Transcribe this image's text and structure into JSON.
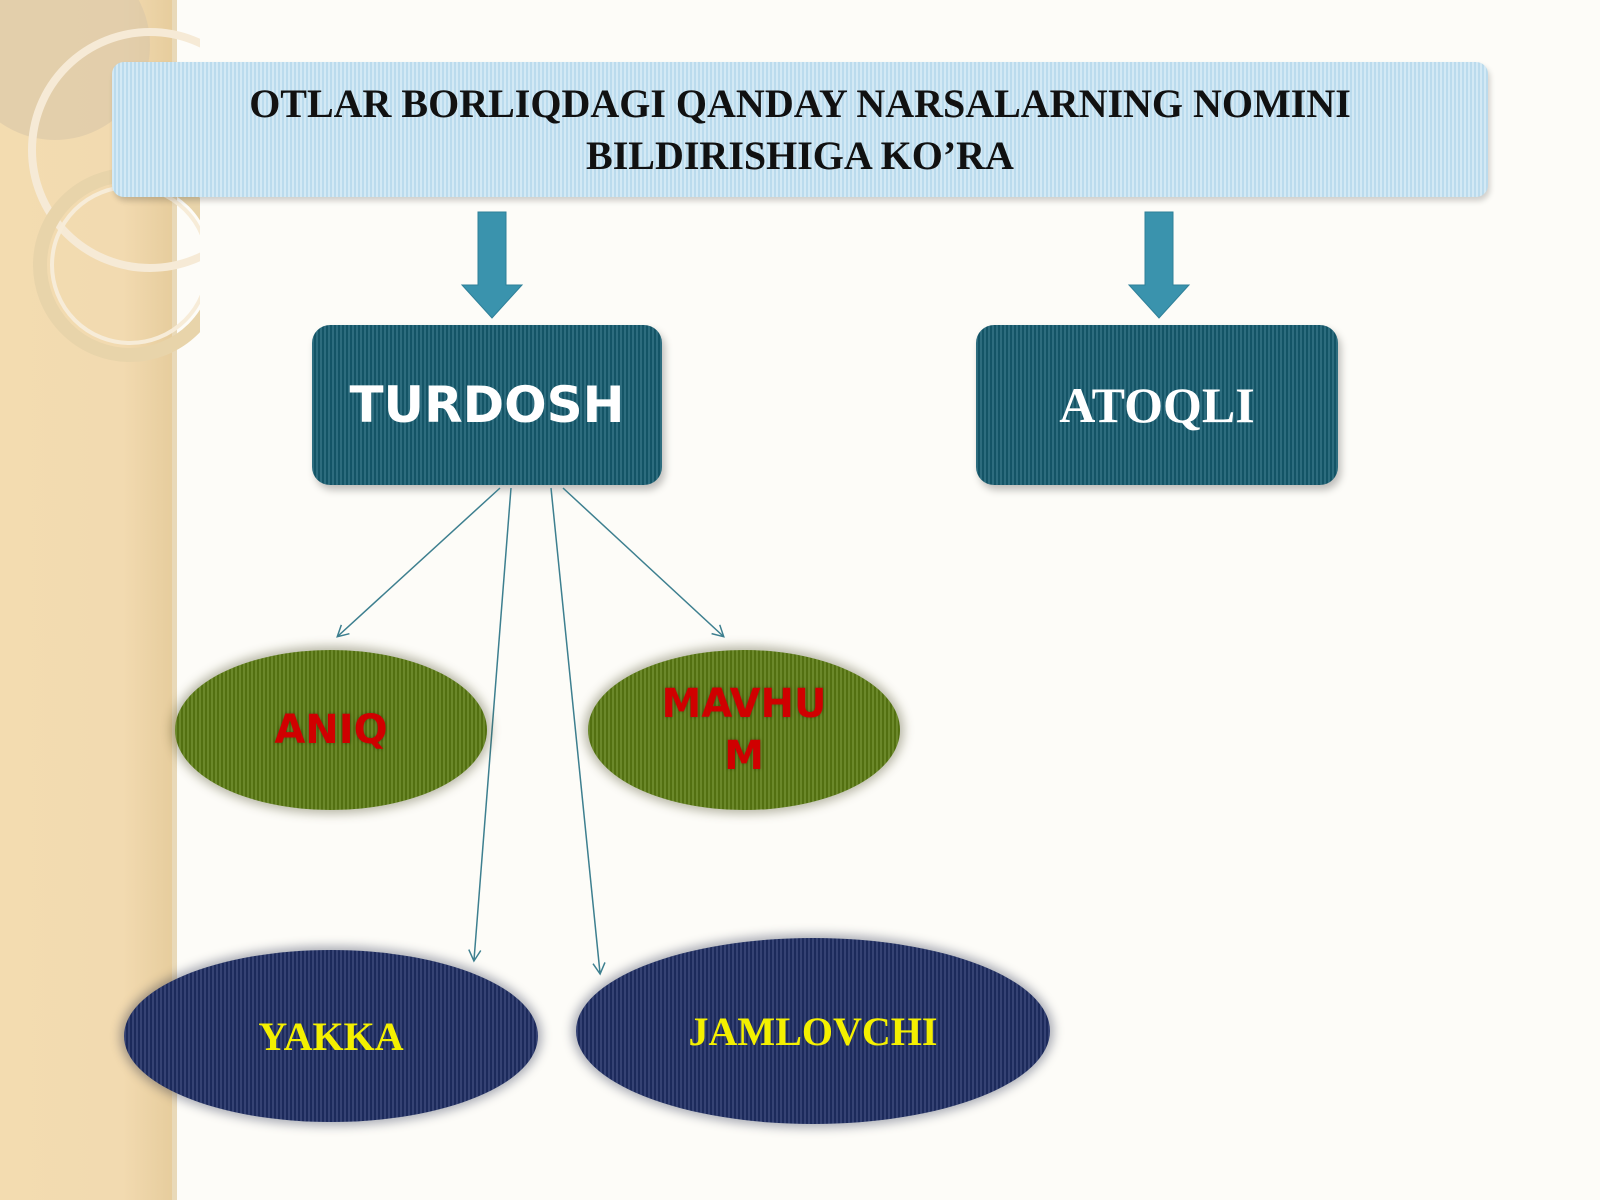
{
  "title": {
    "line1": "OTLAR BORLIQDAGI QANDAY NARSALARNING NOMINI",
    "line2": "BILDIRISHIGA KO’RA"
  },
  "categories": {
    "turdosh": "TURDOSH",
    "atoqli": "ATOQLI"
  },
  "subcategories": {
    "aniq": "ANIQ",
    "mavhum": "MAVHUM",
    "yakka": "YAKKA",
    "jamlovchi": "JAMLOVCHI"
  },
  "colors": {
    "title_bg": "#c4e2f2",
    "box_bg": "#155b6f",
    "arrow": "#3a93ad",
    "green_ellipse": "#5a7a12",
    "navy_ellipse": "#1e2d63",
    "red_text": "#d00000",
    "yellow_text": "#f4f000",
    "side_band": "#f3dcb0"
  }
}
